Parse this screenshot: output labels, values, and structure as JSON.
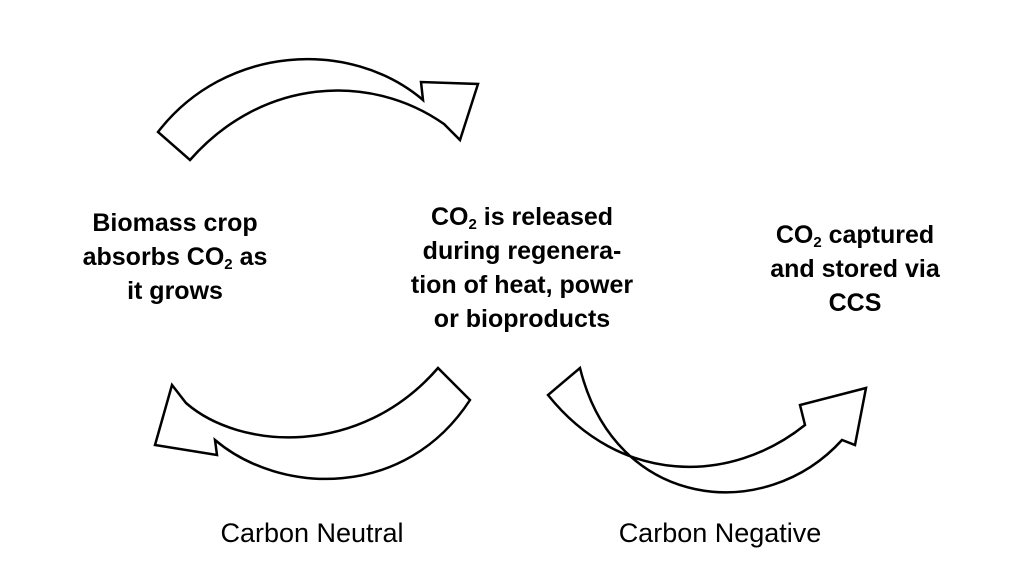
{
  "text_blocks": {
    "left": {
      "line1": "Biomass crop",
      "line2_pre": "absorbs CO",
      "line2_sub": "2",
      "line2_post": " as",
      "line3": "it grows"
    },
    "center": {
      "line1_pre": "CO",
      "line1_sub": "2",
      "line1_post": " is released",
      "line2": "during regenera-",
      "line3": "tion of heat, power",
      "line4": "or bioproducts"
    },
    "right": {
      "line1_pre": "CO",
      "line1_sub": "2",
      "line1_post": " captured",
      "line2": "and stored via",
      "line3": "CCS"
    }
  },
  "labels": {
    "carbon_neutral": "Carbon Neutral",
    "carbon_negative": "Carbon Negative"
  },
  "colors": {
    "arrow_fill": "#ffffff",
    "arrow_stroke": "#000000",
    "text": "#000000"
  }
}
